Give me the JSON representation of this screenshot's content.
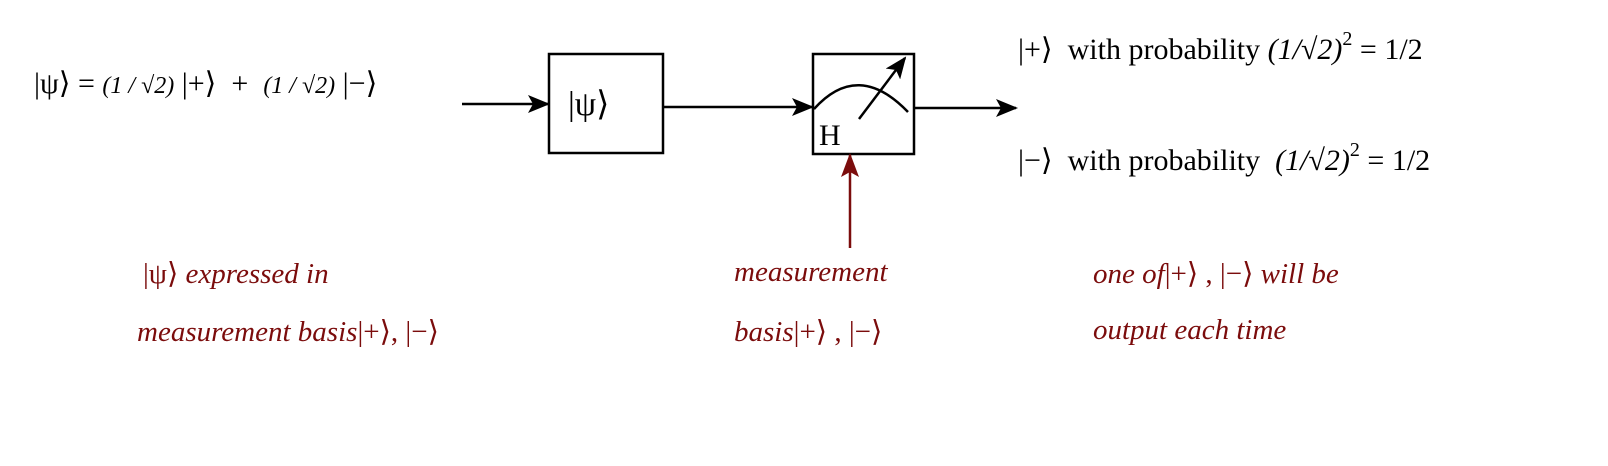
{
  "diagram": {
    "title": "",
    "input_equation": {
      "lhs": "|ψ⟩ =",
      "coef1": "(1 / √2)",
      "ket1": "|+⟩",
      "plus": "+",
      "coef2": "(1 / √2)",
      "ket2": "|−⟩"
    },
    "state_box": {
      "label": "|ψ⟩"
    },
    "measurement_box": {
      "label": "H",
      "icon": "meter-icon"
    },
    "outcomes": [
      {
        "ket": "|+⟩",
        "text": "with probability",
        "amp": "(1/√2)",
        "exp": "2",
        "result": "= 1/2"
      },
      {
        "ket": "|−⟩",
        "text": "with probability",
        "amp": "(1/√2)",
        "exp": "2",
        "result": "= 1/2"
      }
    ],
    "annotations": {
      "left": {
        "line1_ket": "|ψ⟩",
        "line1_text": "expressed in",
        "line2_text": "measurement basis",
        "line2_kets": "|+⟩, |−⟩"
      },
      "middle": {
        "line1_text": "measurement",
        "line2_text": "basis",
        "line2_kets": "|+⟩ , |−⟩"
      },
      "right": {
        "line1_text": "one of",
        "line1_kets": "|+⟩ , |−⟩",
        "line1_tail": "will be",
        "line2_text": "output each time"
      }
    },
    "colors": {
      "stroke": "#000000",
      "annotation": "#7b0c0c",
      "background": "#ffffff"
    }
  }
}
